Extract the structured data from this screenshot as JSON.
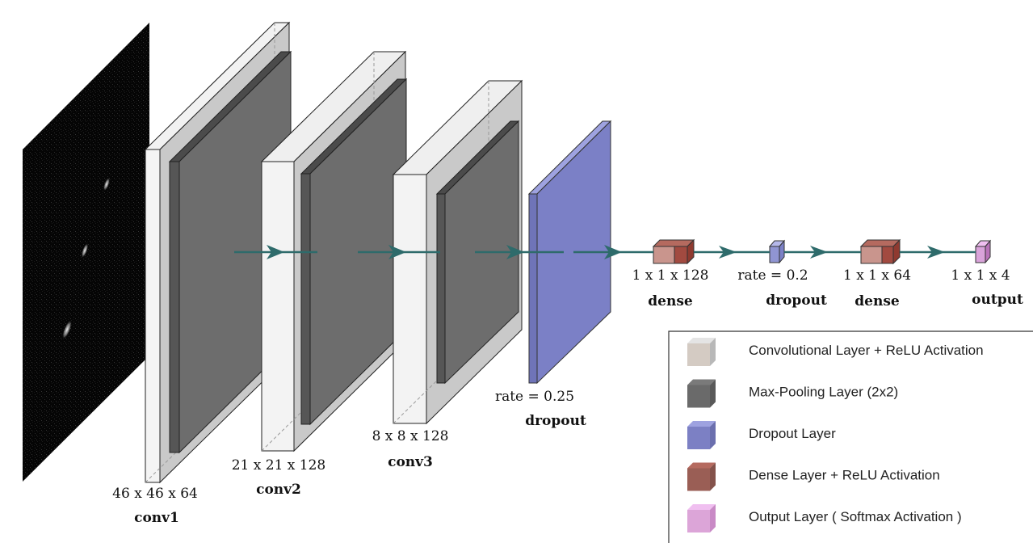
{
  "input": {
    "name": "input-image"
  },
  "layers": [
    {
      "id": "conv1",
      "name": "conv1",
      "dims": "46 x 46 x 64",
      "type": "conv"
    },
    {
      "id": "conv2",
      "name": "conv2",
      "dims": "21 x 21 x 128",
      "type": "conv"
    },
    {
      "id": "conv3",
      "name": "conv3",
      "dims": "8 x 8 x 128",
      "type": "conv"
    },
    {
      "id": "dropout1",
      "name": "dropout",
      "dims": "rate = 0.25",
      "type": "dropout"
    },
    {
      "id": "dense1",
      "name": "dense",
      "dims": "1 x 1 x 128",
      "type": "dense"
    },
    {
      "id": "dropout2",
      "name": "dropout",
      "dims": "rate = 0.2",
      "type": "dropout"
    },
    {
      "id": "dense2",
      "name": "dense",
      "dims": "1 x 1 x 64",
      "type": "dense"
    },
    {
      "id": "output",
      "name": "output",
      "dims": "1 x 1 x 4",
      "type": "output"
    }
  ],
  "legend": [
    {
      "label": "Convolutional Layer + ReLU Activation",
      "icon": "conv-cube-icon",
      "front": "#b8b8b8",
      "top": "#e4e4e4",
      "side": "#d4cbc3"
    },
    {
      "label": "Max-Pooling Layer (2x2)",
      "icon": "maxpool-cube-icon",
      "front": "#595959",
      "top": "#7a7a7a",
      "side": "#6a6a6a"
    },
    {
      "label": "Dropout Layer",
      "icon": "dropout-cube-icon",
      "front": "#6b6fae",
      "top": "#9ea2e0",
      "side": "#7c80c4"
    },
    {
      "label": "Dense Layer + ReLU Activation",
      "icon": "dense-cube-icon",
      "front": "#84524b",
      "top": "#b56a5f",
      "side": "#9a5e55"
    },
    {
      "label": "Output Layer ( Softmax Activation )",
      "icon": "output-cube-icon",
      "front": "#c98ac6",
      "top": "#f0bff0",
      "side": "#dca5d8"
    }
  ],
  "colors": {
    "arrow": "#2e6b6b",
    "conv_light": "#ececec",
    "conv_mid": "#c8c8c8",
    "pool_dark": "#6d6d6d",
    "dropout": "#7b80c6",
    "dense_red": "#a24a40",
    "output_pink": "#cf8fd1"
  }
}
